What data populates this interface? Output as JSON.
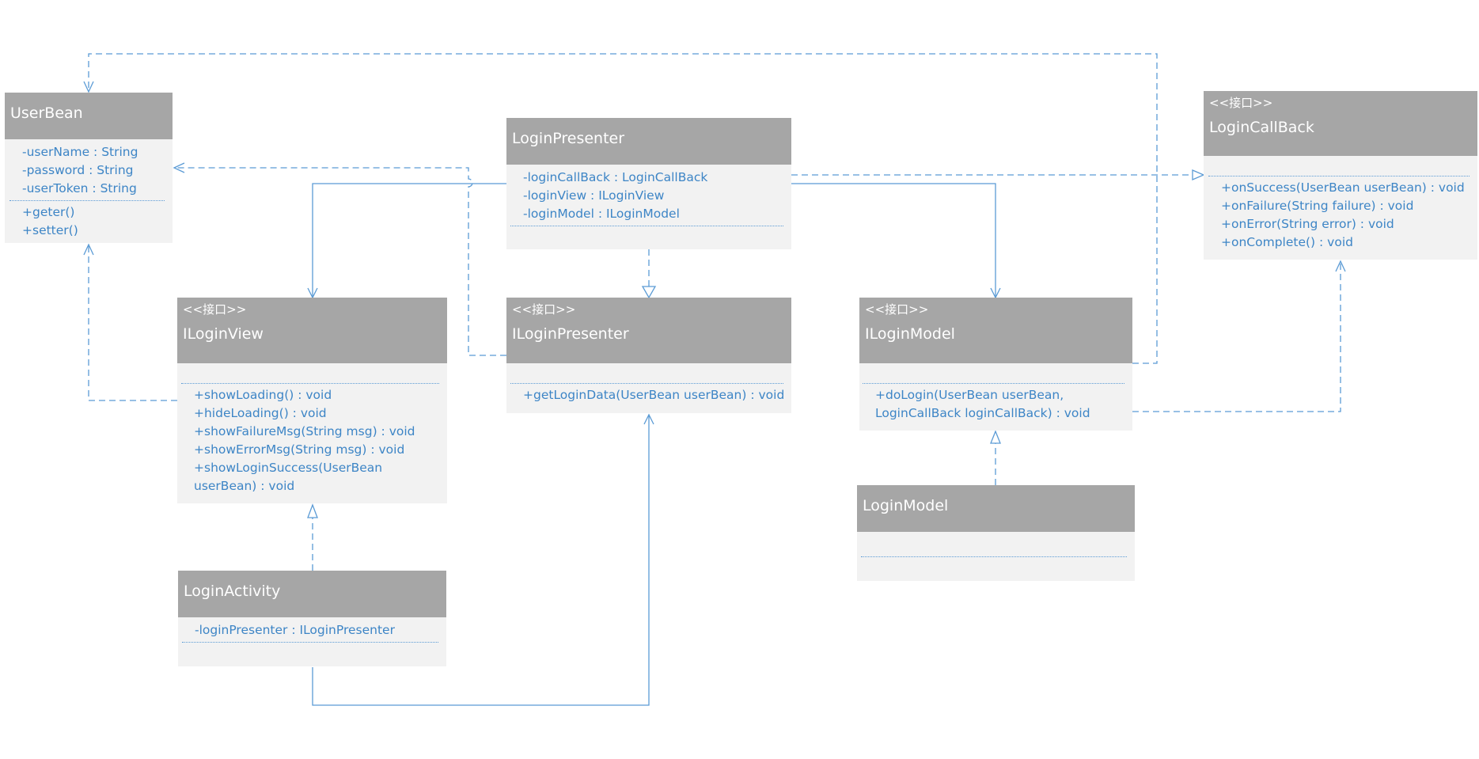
{
  "colors": {
    "header_fill": "#a6a6a6",
    "header_text": "#ffffff",
    "body_fill": "#f2f2f2",
    "member_text": "#3d85c6",
    "connector": "#5b9bd5"
  },
  "classes": {
    "user_bean": {
      "name": "UserBean",
      "attributes": [
        "-userName : String",
        "-password : String",
        "-userToken : String"
      ],
      "methods": [
        "+geter()",
        "+setter()"
      ]
    },
    "login_presenter": {
      "name": "LoginPresenter",
      "attributes": [
        "-loginCallBack : LoginCallBack",
        "-loginView : ILoginView",
        "-loginModel : ILoginModel"
      ],
      "methods": []
    },
    "login_callback": {
      "stereotype": "<<接口>>",
      "name": "LoginCallBack",
      "attributes": [],
      "methods": [
        "+onSuccess(UserBean userBean) : void",
        "+onFailure(String failure) : void",
        "+onError(String error) : void",
        "+onComplete() : void"
      ]
    },
    "ilogin_view": {
      "stereotype": "<<接口>>",
      "name": "ILoginView",
      "attributes": [],
      "methods": [
        "+showLoading() : void",
        "+hideLoading() : void",
        "+showFailureMsg(String msg) : void",
        "+showErrorMsg(String msg) : void",
        "+showLoginSuccess(UserBean",
        "userBean)  : void"
      ]
    },
    "ilogin_presenter": {
      "stereotype": "<<接口>>",
      "name": "ILoginPresenter",
      "attributes": [],
      "methods": [
        "+getLoginData(UserBean userBean) : void"
      ]
    },
    "ilogin_model": {
      "stereotype": "<<接口>>",
      "name": "ILoginModel",
      "attributes": [],
      "methods": [
        "+doLogin(UserBean userBean,",
        "LoginCallBack loginCallBack) : void"
      ]
    },
    "login_activity": {
      "name": "LoginActivity",
      "attributes": [
        "-loginPresenter : ILoginPresenter"
      ],
      "methods": []
    },
    "login_model": {
      "name": "LoginModel",
      "attributes": [],
      "methods": []
    }
  },
  "relations": [
    {
      "from": "LoginPresenter",
      "to": "ILoginView",
      "kind": "association"
    },
    {
      "from": "LoginPresenter",
      "to": "ILoginModel",
      "kind": "association"
    },
    {
      "from": "LoginPresenter",
      "to": "ILoginPresenter",
      "kind": "realization"
    },
    {
      "from": "LoginPresenter",
      "to": "LoginCallBack",
      "kind": "realization"
    },
    {
      "from": "ILoginPresenter",
      "to": "UserBean",
      "kind": "dependency"
    },
    {
      "from": "ILoginView",
      "to": "UserBean",
      "kind": "dependency"
    },
    {
      "from": "ILoginModel",
      "to": "UserBean",
      "kind": "dependency"
    },
    {
      "from": "ILoginModel",
      "to": "LoginCallBack",
      "kind": "dependency"
    },
    {
      "from": "LoginActivity",
      "to": "ILoginView",
      "kind": "realization"
    },
    {
      "from": "LoginActivity",
      "to": "ILoginPresenter",
      "kind": "association"
    },
    {
      "from": "LoginModel",
      "to": "ILoginModel",
      "kind": "realization"
    }
  ]
}
